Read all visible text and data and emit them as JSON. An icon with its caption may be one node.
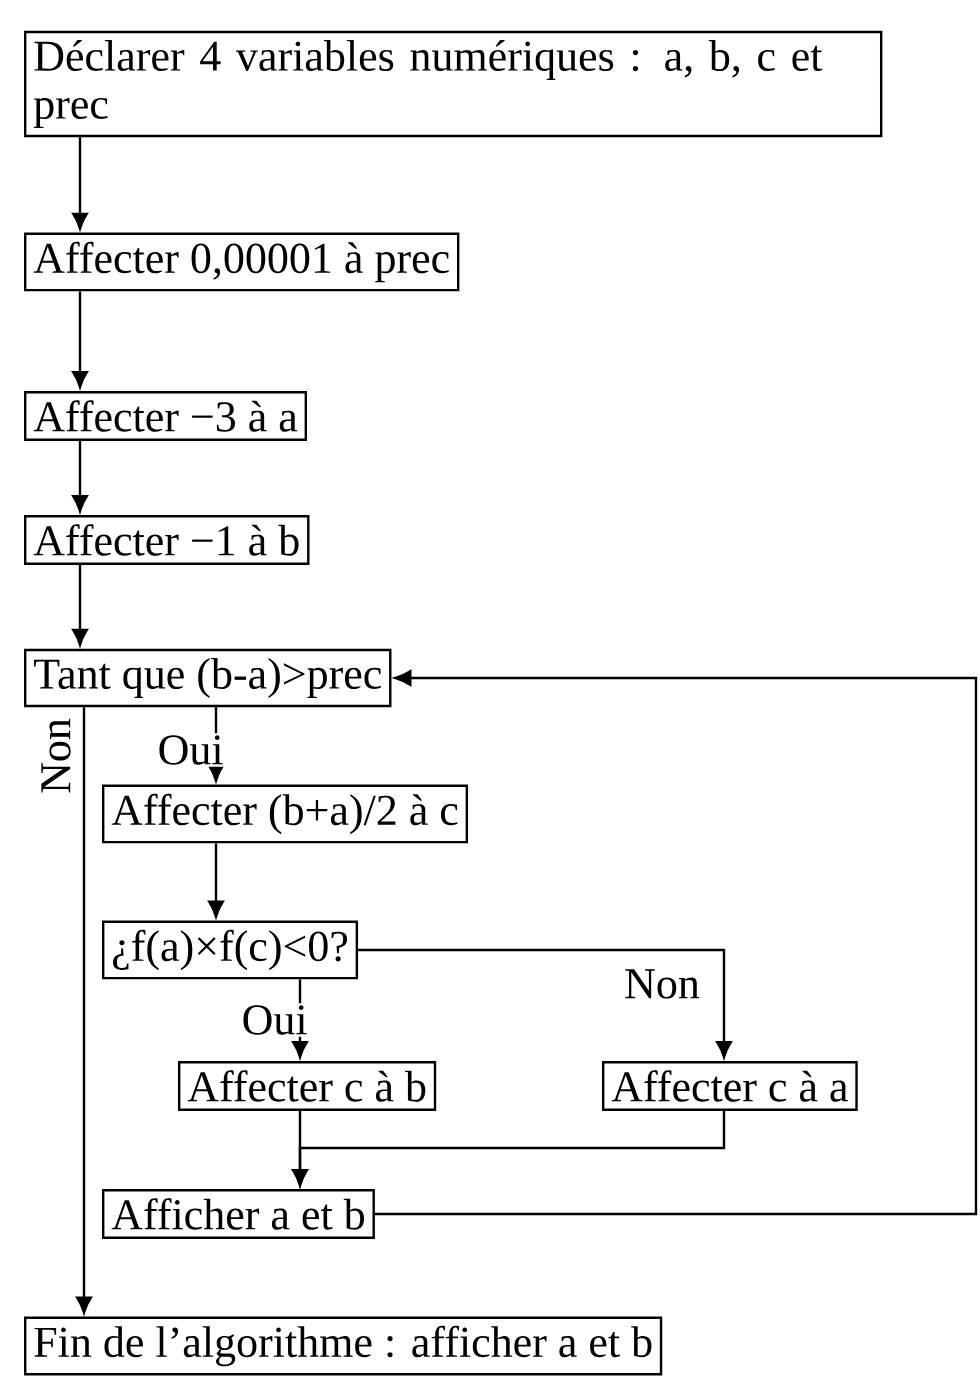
{
  "diagram": {
    "nodes": [
      {
        "text": [
          "Déclarer 4 variables numériques : a, b, c et prec"
        ]
      },
      {
        "text": [
          "Affecter 0,00001 à prec"
        ]
      },
      {
        "text": [
          "Affecter −3 à a"
        ]
      },
      {
        "text": [
          "Affecter −1 à b"
        ]
      },
      {
        "text": [
          "Tant que (b-a)>prec"
        ]
      },
      {
        "text": [
          "Affecter (b+a)/2 à c"
        ]
      },
      {
        "text": [
          "¿f(a)×f(c)<0?"
        ]
      },
      {
        "text": [
          "Affecter c à b"
        ]
      },
      {
        "text": [
          "Affecter c à a"
        ]
      },
      {
        "text": [
          "Afficher a et b"
        ]
      },
      {
        "text": [
          "Fin de l’algorithme : afficher a et b"
        ]
      }
    ],
    "edges": [
      {
        "from": 0,
        "to": 1,
        "arrow": "to"
      },
      {
        "from": 1,
        "to": 2,
        "arrow": "to"
      },
      {
        "from": 2,
        "to": 3,
        "arrow": "to"
      },
      {
        "from": 3,
        "to": 4,
        "arrow": "to"
      },
      {
        "from": 4,
        "to": 5,
        "arrow": "to",
        "label": "Oui"
      },
      {
        "from": 5,
        "to": 6,
        "arrow": "to"
      },
      {
        "from": 6,
        "to": 7,
        "arrow": "to",
        "label": "Oui"
      },
      {
        "from": 6,
        "to": 8,
        "arrow": "to",
        "label": "Non"
      },
      {
        "from": 7,
        "to": 9,
        "arrow": "to"
      },
      {
        "from": 8,
        "to": 9,
        "arrow": "to"
      },
      {
        "from": 9,
        "to": 4,
        "arrow": "to"
      },
      {
        "from": 4,
        "to": 10,
        "arrow": "to",
        "label": "Non"
      }
    ]
  }
}
